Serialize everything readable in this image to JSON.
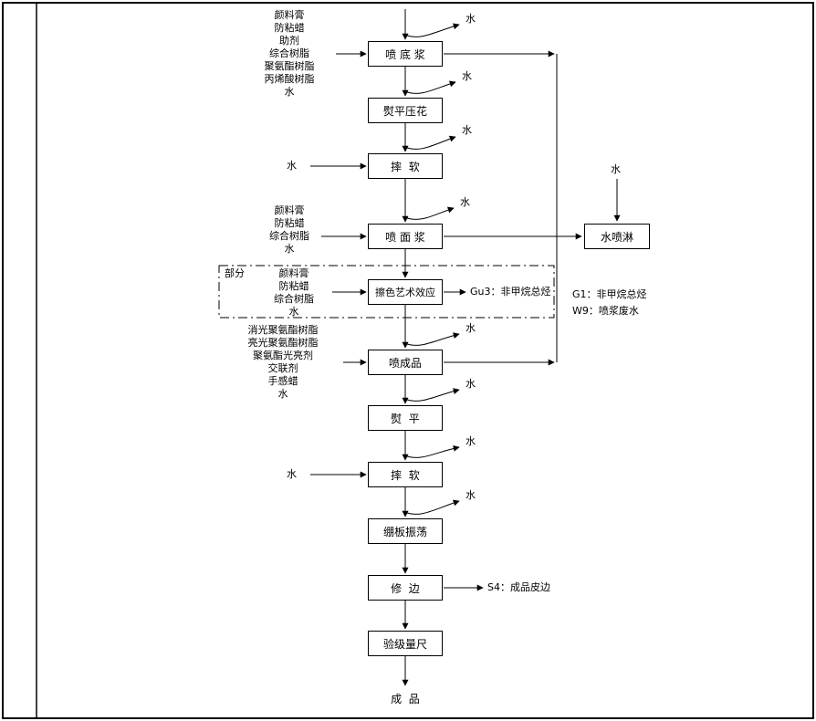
{
  "flow": {
    "boxes": [
      "喷 底 浆",
      "熨平压花",
      "摔  软",
      "喷 面 浆",
      "擦色艺术效应",
      "喷成品",
      "熨  平",
      "摔  软",
      "绷板振荡",
      "修  边",
      "验级量尺"
    ],
    "end_label": "成  品"
  },
  "inputs": {
    "base_coat": [
      "颜料膏",
      "防粘蜡",
      "助剂",
      "综合树脂",
      "聚氨酯树脂",
      "丙烯酸树脂",
      "水"
    ],
    "top_coat": [
      "颜料膏",
      "防粘蜡",
      "综合树脂",
      "水"
    ],
    "partial_label": "部分",
    "partial": [
      "颜料膏",
      "防粘蜡",
      "综合树脂",
      "水"
    ],
    "finish_coat": [
      "消光聚氨酯树脂",
      "亮光聚氨酯树脂",
      "聚氨酯光亮剂",
      "交联剂",
      "手感蜡",
      "水"
    ]
  },
  "scrubber": {
    "label": "水喷淋"
  },
  "labels": {
    "water": "水"
  },
  "outputs": {
    "gu3": "Gu3：非甲烷总烃",
    "g1": "G1：非甲烷总烃",
    "w9": "W9：喷浆废水",
    "s4": "S4：成品皮边"
  },
  "colors": {
    "line": "#000000",
    "background": "#ffffff"
  }
}
